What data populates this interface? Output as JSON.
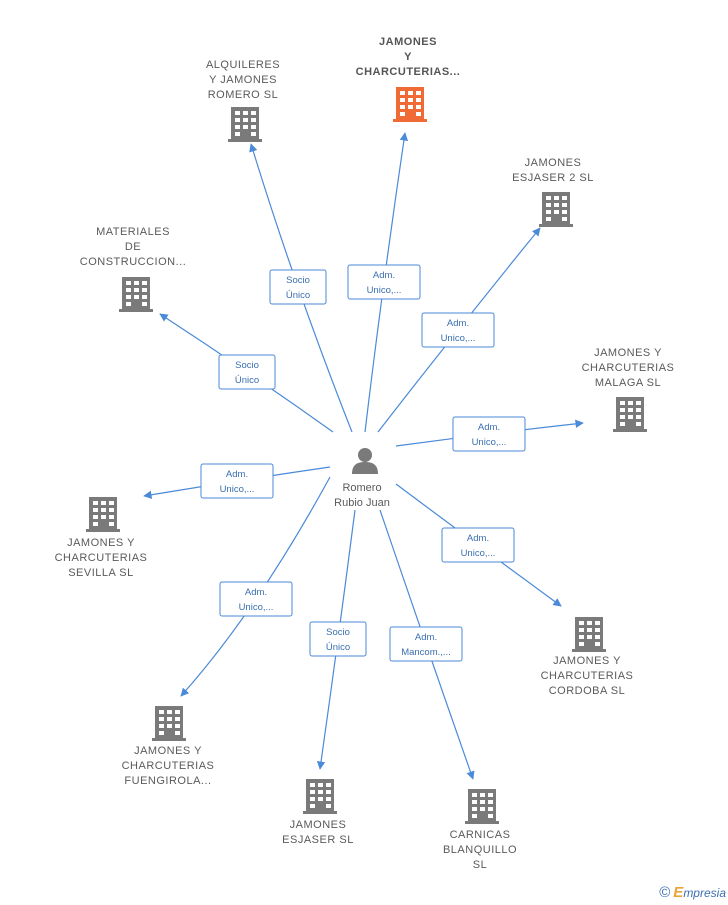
{
  "center": {
    "name_lines": [
      "Romero",
      "Rubio Juan"
    ]
  },
  "companies": [
    {
      "id": "alquileres",
      "lines": [
        "ALQUILERES",
        "Y JAMONES",
        "ROMERO  SL"
      ],
      "highlight": false
    },
    {
      "id": "jamones-charcuterias",
      "lines": [
        "JAMONES",
        "Y",
        "CHARCUTERIAS..."
      ],
      "highlight": true
    },
    {
      "id": "esjaser2",
      "lines": [
        "JAMONES",
        "ESJASER 2  SL"
      ],
      "highlight": false
    },
    {
      "id": "materiales",
      "lines": [
        "MATERIALES",
        "DE",
        "CONSTRUCCION..."
      ],
      "highlight": false
    },
    {
      "id": "malaga",
      "lines": [
        "JAMONES Y",
        "CHARCUTERIAS",
        "MALAGA  SL"
      ],
      "highlight": false
    },
    {
      "id": "sevilla",
      "lines": [
        "JAMONES Y",
        "CHARCUTERIAS",
        "SEVILLA  SL"
      ],
      "highlight": false
    },
    {
      "id": "cordoba",
      "lines": [
        "JAMONES Y",
        "CHARCUTERIAS",
        "CORDOBA  SL"
      ],
      "highlight": false
    },
    {
      "id": "fuengirola",
      "lines": [
        "JAMONES Y",
        "CHARCUTERIAS",
        "FUENGIROLA..."
      ],
      "highlight": false
    },
    {
      "id": "esjaser",
      "lines": [
        "JAMONES",
        "ESJASER  SL"
      ],
      "highlight": false
    },
    {
      "id": "carnicas",
      "lines": [
        "CARNICAS",
        "BLANQUILLO",
        "SL"
      ],
      "highlight": false
    }
  ],
  "relations": [
    {
      "to": "alquileres",
      "lines": [
        "Socio",
        "Único"
      ]
    },
    {
      "to": "jamones-charcuterias",
      "lines": [
        "Adm.",
        "Unico,..."
      ]
    },
    {
      "to": "esjaser2",
      "lines": [
        "Adm.",
        "Unico,..."
      ]
    },
    {
      "to": "materiales",
      "lines": [
        "Socio",
        "Único"
      ]
    },
    {
      "to": "malaga",
      "lines": [
        "Adm.",
        "Unico,..."
      ]
    },
    {
      "to": "sevilla",
      "lines": [
        "Adm.",
        "Unico,..."
      ]
    },
    {
      "to": "cordoba",
      "lines": [
        "Adm.",
        "Unico,..."
      ]
    },
    {
      "to": "fuengirola",
      "lines": [
        "Adm.",
        "Unico,..."
      ]
    },
    {
      "to": "esjaser",
      "lines": [
        "Socio",
        "Único"
      ]
    },
    {
      "to": "carnicas",
      "lines": [
        "Adm.",
        "Mancom.,..."
      ]
    }
  ],
  "colors": {
    "edge": "#4a8ad8",
    "building": "#7a7a7a",
    "highlight": "#f06a35",
    "person": "#7a7a7a"
  },
  "footer": {
    "copyright_symbol": "©",
    "brand_initial": "E",
    "brand_rest": "mpresia"
  }
}
